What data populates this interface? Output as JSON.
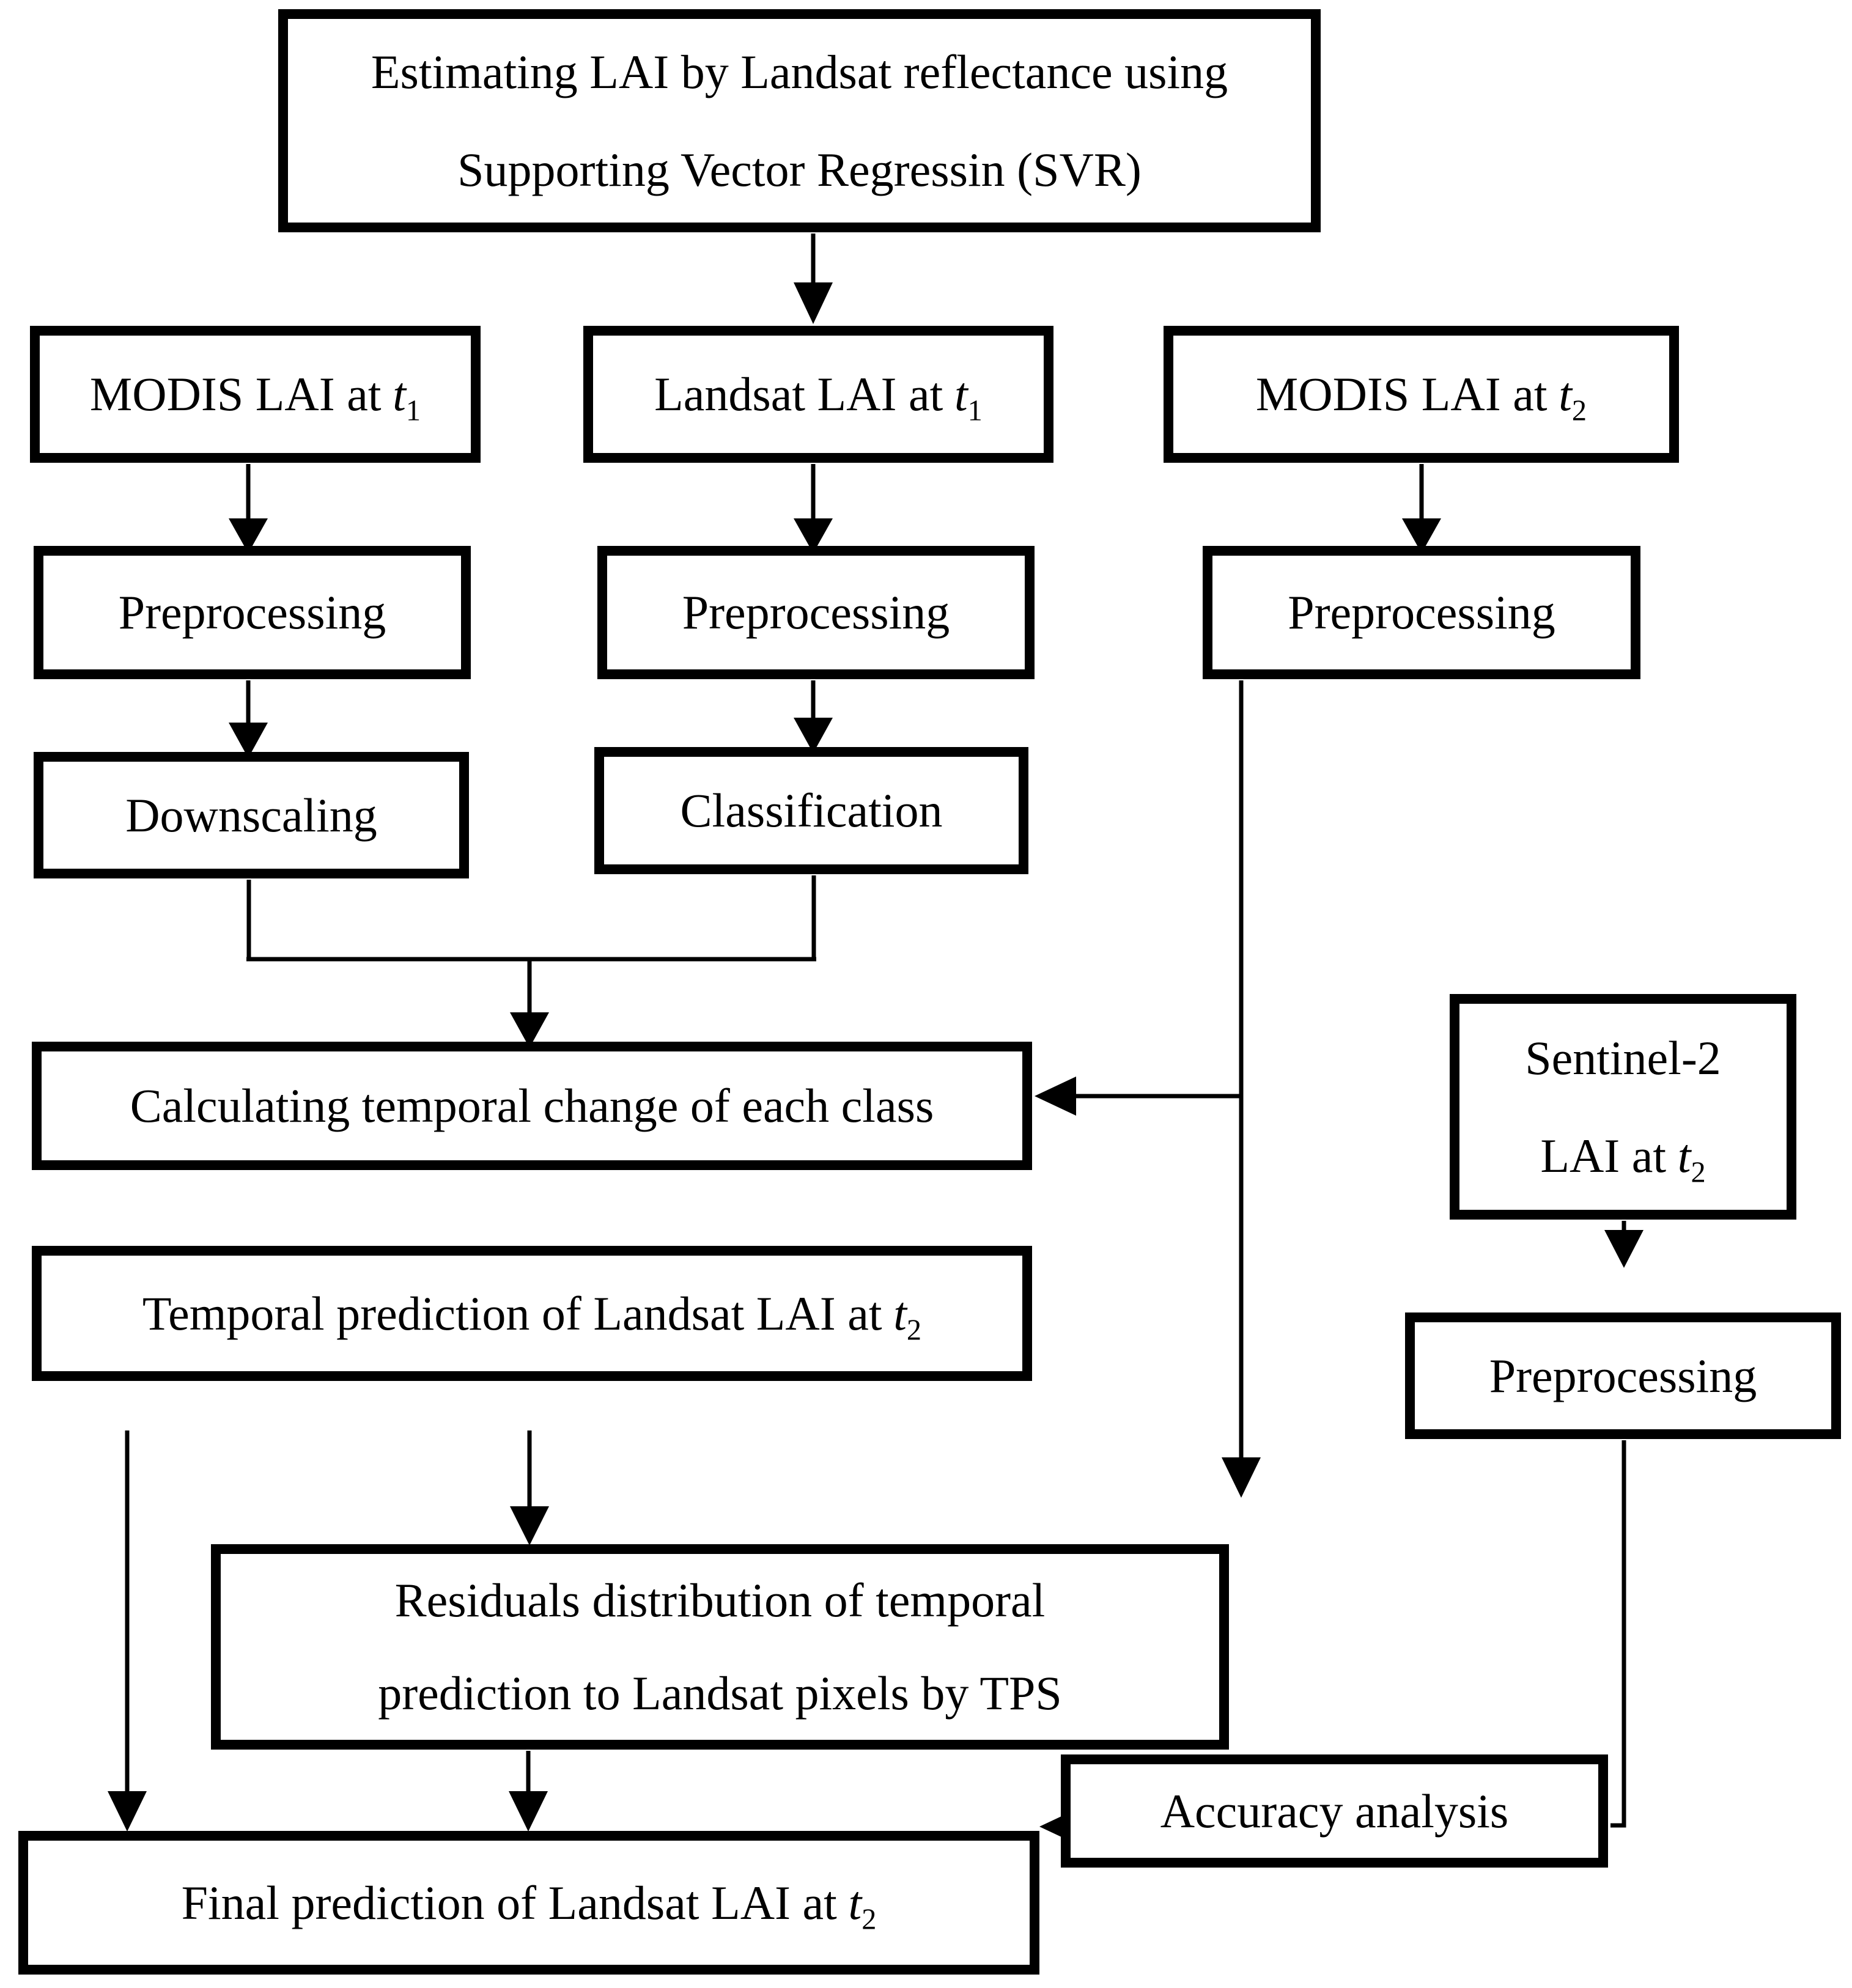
{
  "colors": {
    "ink": "#000000",
    "paper": "#ffffff"
  },
  "nodes": {
    "estimating": {
      "line1": "Estimating LAI by Landsat reflectance using",
      "line2": "Supporting Vector Regressin (SVR)"
    },
    "modis_t1": {
      "text": "MODIS LAI at",
      "var": "t",
      "sub": "1"
    },
    "landsat_t1": {
      "text": "Landsat LAI at",
      "var": "t",
      "sub": "1"
    },
    "modis_t2": {
      "text": "MODIS LAI at",
      "var": "t",
      "sub": "2"
    },
    "prep_modis_t1": {
      "text": "Preprocessing"
    },
    "prep_landsat_t1": {
      "text": "Preprocessing"
    },
    "prep_modis_t2": {
      "text": "Preprocessing"
    },
    "downscaling": {
      "text": "Downscaling"
    },
    "classification": {
      "text": "Classification"
    },
    "calculating": {
      "text": "Calculating temporal change of each class"
    },
    "temporal": {
      "text": "Temporal prediction of Landsat LAI at",
      "var": "t",
      "sub": "2"
    },
    "residuals": {
      "line1": "Residuals distribution of temporal",
      "line2": "prediction to Landsat pixels by TPS"
    },
    "sentinel": {
      "line1": "Sentinel-2",
      "line2": "LAI at",
      "var": "t",
      "sub": "2"
    },
    "prep_sentinel": {
      "text": "Preprocessing"
    },
    "accuracy": {
      "text": "Accuracy analysis"
    },
    "final": {
      "text": "Final prediction of Landsat LAI at",
      "var": "t",
      "sub": "2"
    }
  },
  "edges": [
    {
      "from": "estimating",
      "to": "landsat_t1",
      "kind": "arrow"
    },
    {
      "from": "modis_t1",
      "to": "prep_modis_t1",
      "kind": "arrow"
    },
    {
      "from": "landsat_t1",
      "to": "prep_landsat_t1",
      "kind": "arrow"
    },
    {
      "from": "modis_t2",
      "to": "prep_modis_t2",
      "kind": "arrow"
    },
    {
      "from": "prep_modis_t1",
      "to": "downscaling",
      "kind": "arrow"
    },
    {
      "from": "prep_landsat_t1",
      "to": "classification",
      "kind": "arrow"
    },
    {
      "from": "downscaling",
      "to": "calculating",
      "kind": "merge-arrow"
    },
    {
      "from": "classification",
      "to": "calculating",
      "kind": "merge-arrow"
    },
    {
      "from": "prep_modis_t2",
      "to": "calculating",
      "kind": "side-arrow-left"
    },
    {
      "from": "prep_modis_t2",
      "to": "residuals",
      "kind": "long-down-arrow"
    },
    {
      "from": "temporal",
      "to": "residuals",
      "kind": "arrow"
    },
    {
      "from": "temporal",
      "to": "final",
      "kind": "bypass-arrow"
    },
    {
      "from": "residuals",
      "to": "final",
      "kind": "arrow"
    },
    {
      "from": "sentinel",
      "to": "prep_sentinel",
      "kind": "arrow"
    },
    {
      "from": "prep_sentinel",
      "to": "accuracy",
      "kind": "elbow-connector"
    },
    {
      "from": "accuracy",
      "to": "final",
      "kind": "arrow-left"
    }
  ]
}
